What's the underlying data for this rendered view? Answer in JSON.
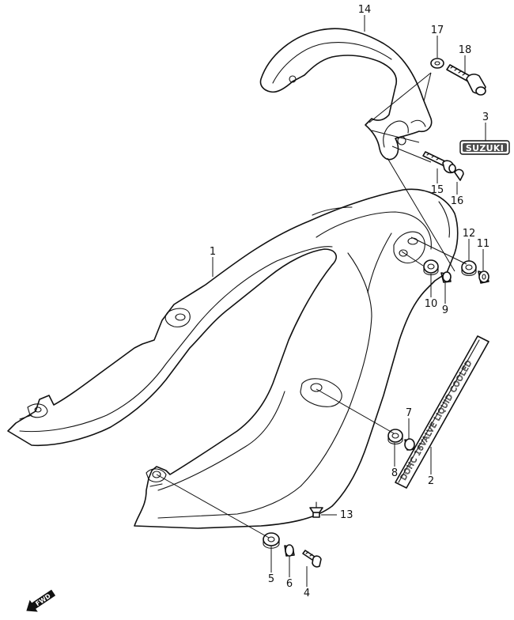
{
  "callouts": {
    "p1": "1",
    "p2": "2",
    "p3": "3",
    "p4": "4",
    "p5": "5",
    "p6": "6",
    "p7": "7",
    "p8": "8",
    "p9": "9",
    "p10": "10",
    "p11": "11",
    "p12": "12",
    "p13": "13",
    "p14": "14",
    "p15": "15",
    "p16": "16",
    "p17": "17",
    "p18": "18"
  },
  "emblem_text": "SUZUKI",
  "decal_text": "DOHC 16VALVE LIQUID COOLED",
  "fwd_label": "FWD",
  "colors": {
    "line": "#111111",
    "background": "#ffffff",
    "emblem_fill": "#4a4a4a"
  }
}
